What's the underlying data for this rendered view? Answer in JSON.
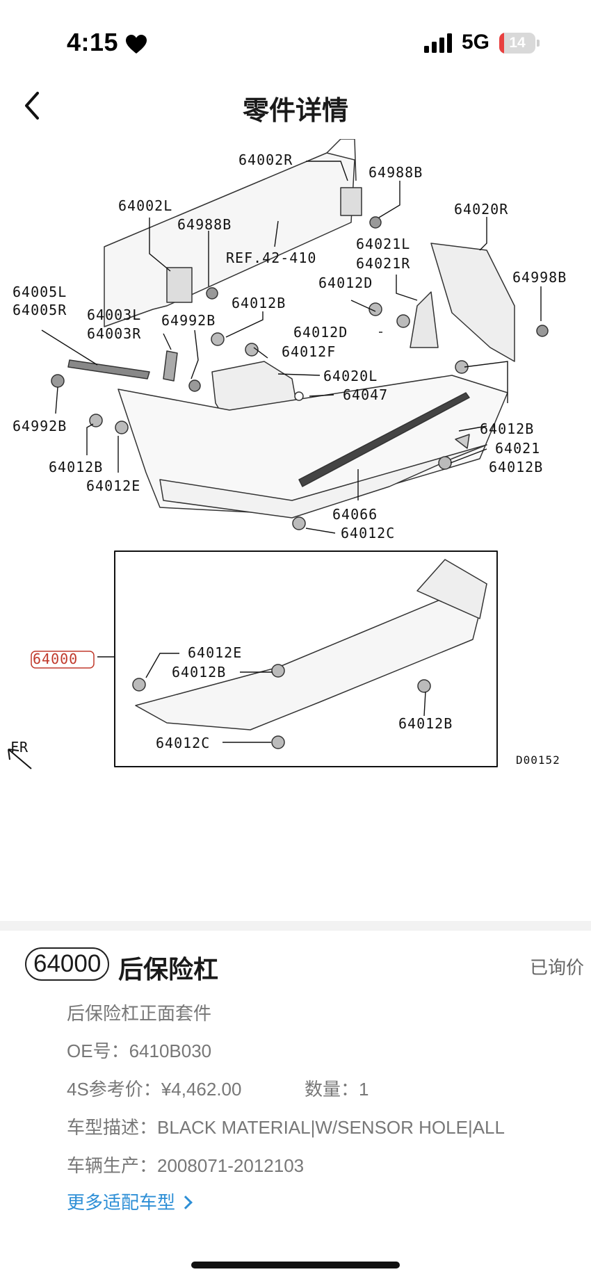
{
  "status_bar": {
    "time": "4:15",
    "network": "5G",
    "battery_level": "14",
    "battery_fraction": 0.14,
    "colors": {
      "battery_low": "#e8403f"
    }
  },
  "nav": {
    "title": "零件详情"
  },
  "diagram": {
    "labels": {
      "l64002R": "64002R",
      "l64988B_1": "64988B",
      "l64002L": "64002L",
      "l64988B_2": "64988B",
      "l64020R": "64020R",
      "l64021L": "64021L",
      "l64021R": "64021R",
      "ref": "REF.42-410",
      "l64998B": "64998B",
      "l64005L": "64005L",
      "l64005R": "64005R",
      "l64003L": "64003L",
      "l64003R": "64003R",
      "l64992B_1": "64992B",
      "l64012B_1": "64012B",
      "l64012D_1": "64012D",
      "l64012D_2": "64012D",
      "l64012F": "64012F",
      "l64020L": "64020L",
      "l64047": "64047",
      "l64992B_2": "64992B",
      "l64012B_2": "64012B",
      "l64021": "64021",
      "l64012B_3": "64012B",
      "l64012B_4": "64012B",
      "l64012E_1": "64012E",
      "l64066": "64066",
      "l64012C_1": "64012C",
      "l64000": "64000",
      "l64012E_2": "64012E",
      "l64012B_5": "64012B",
      "l64012B_6": "64012B",
      "l64012C_2": "64012C",
      "fr": "FR",
      "code": "D00152"
    }
  },
  "part": {
    "number": "64000",
    "name": "后保险杠",
    "inquiry_status": "已询价",
    "description": "后保险杠正面套件",
    "oe_label": "OE号：",
    "oe_value": "6410B030",
    "price_label": "4S参考价：",
    "price_value": "¥4,462.00",
    "qty_label": "数量：",
    "qty_value": "1",
    "model_label": "车型描述：",
    "model_value": "BLACK MATERIAL|W/SENSOR HOLE|ALL",
    "production_label": "车辆生产：",
    "production_value": "2008071-2012103",
    "more_models": "更多适配车型",
    "colors": {
      "link": "#2e8fd6"
    }
  }
}
